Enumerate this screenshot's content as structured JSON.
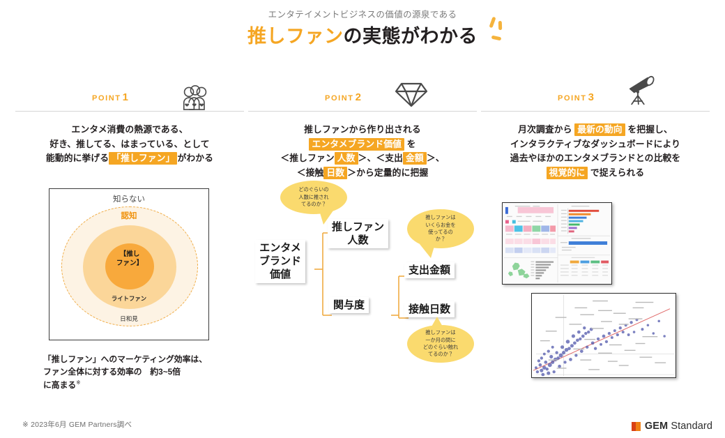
{
  "header": {
    "subtitle": "エンタテイメントビジネスの価値の源泉である",
    "title_highlight": "推しファン",
    "title_rest": "の実態がわかる"
  },
  "points": [
    {
      "label": "POINT",
      "number": "1",
      "icon": "people-hearts-icon",
      "description_lines": [
        [
          {
            "t": "エンタメ消費の熱源である、",
            "hl": false
          }
        ],
        [
          {
            "t": "好き、推してる、はまっている、として",
            "hl": false
          }
        ],
        [
          {
            "t": "能動的に挙げる",
            "hl": false
          },
          {
            "t": "「推しファン」",
            "hl": true
          },
          {
            "t": "がわかる",
            "hl": false
          }
        ]
      ]
    },
    {
      "label": "POINT",
      "number": "2",
      "icon": "diamond-icon",
      "description_lines": [
        [
          {
            "t": "推しファンから作り出される",
            "hl": false
          }
        ],
        [
          {
            "t": "エンタメブランド価値",
            "hl": true
          },
          {
            "t": " を",
            "hl": false
          }
        ],
        [
          {
            "t": "＜推しファン",
            "hl": false
          },
          {
            "t": "人数",
            "hl": true
          },
          {
            "t": "＞、＜支出",
            "hl": false
          },
          {
            "t": "金額",
            "hl": true
          },
          {
            "t": "＞、",
            "hl": false
          }
        ],
        [
          {
            "t": "＜接触",
            "hl": false
          },
          {
            "t": "日数",
            "hl": true
          },
          {
            "t": "＞から定量的に把握",
            "hl": false
          }
        ]
      ]
    },
    {
      "label": "POINT",
      "number": "3",
      "icon": "telescope-icon",
      "description_lines": [
        [
          {
            "t": "月次調査から ",
            "hl": false
          },
          {
            "t": "最新の動向",
            "hl": true
          },
          {
            "t": " を把握し、",
            "hl": false
          }
        ],
        [
          {
            "t": "インタラクティブなダッシュボードにより",
            "hl": false
          }
        ],
        [
          {
            "t": "過去やほかのエンタメブランドとの比較を",
            "hl": false
          }
        ],
        [
          {
            "t": "視覚的に",
            "hl": true
          },
          {
            "t": " で捉えられる",
            "hl": false
          }
        ]
      ]
    }
  ],
  "circle_diagram": {
    "outer_label": "知らない",
    "awareness_label": "認知",
    "light_fan_label": "ライトファン",
    "opportunist_label": "日和見",
    "core_label_line1": "【推し",
    "core_label_line2": "ファン】"
  },
  "note_1": {
    "line1": "「推しファン」へのマーケティング効率は、",
    "line2": "ファン全体に対する効率の　約3~5倍",
    "line3": "に高まる",
    "asterisk": "※"
  },
  "tree": {
    "root": "エンタメ\nブランド\n価値",
    "root_lines": [
      "エンタメ",
      "ブランド",
      "価値"
    ],
    "node_fan_count_lines": [
      "推しファン",
      "人数"
    ],
    "node_engagement": "関与度",
    "node_spend": "支出金額",
    "node_contact_days": "接触日数",
    "bubbles": [
      {
        "name": "fan-count-question",
        "lines": [
          "どのぐらいの",
          "人数に推され",
          "てるのか？"
        ]
      },
      {
        "name": "spend-question",
        "lines": [
          "推しファンは",
          "いくらお金を",
          "使ってるの",
          "か？"
        ]
      },
      {
        "name": "contact-question",
        "lines": [
          "推しファンは",
          "一か月の間に",
          "どのぐらい触れ",
          "てるのか？"
        ]
      }
    ]
  },
  "screenshots": [
    {
      "name": "dashboard-screenshot",
      "alt": "インタラクティブダッシュボード"
    },
    {
      "name": "scatter-plot-screenshot",
      "alt": "散布図ブランド比較"
    }
  ],
  "footer": {
    "note": "※ 2023年6月 GEM Partners調べ",
    "brand_bold": "GEM",
    "brand_light": " Standard"
  },
  "colors": {
    "accent_orange": "#f5a623",
    "highlight_bg": "#f5a623",
    "bubble_yellow": "#fada6e",
    "ring_outer": "#fdf3e4",
    "ring_mid": "#fbd699",
    "ring_inner": "#f8a93c",
    "text_dark": "#231f20",
    "text_gray": "#7b7b7b",
    "brand_red": "#d94115",
    "brand_orange": "#f07f13"
  }
}
